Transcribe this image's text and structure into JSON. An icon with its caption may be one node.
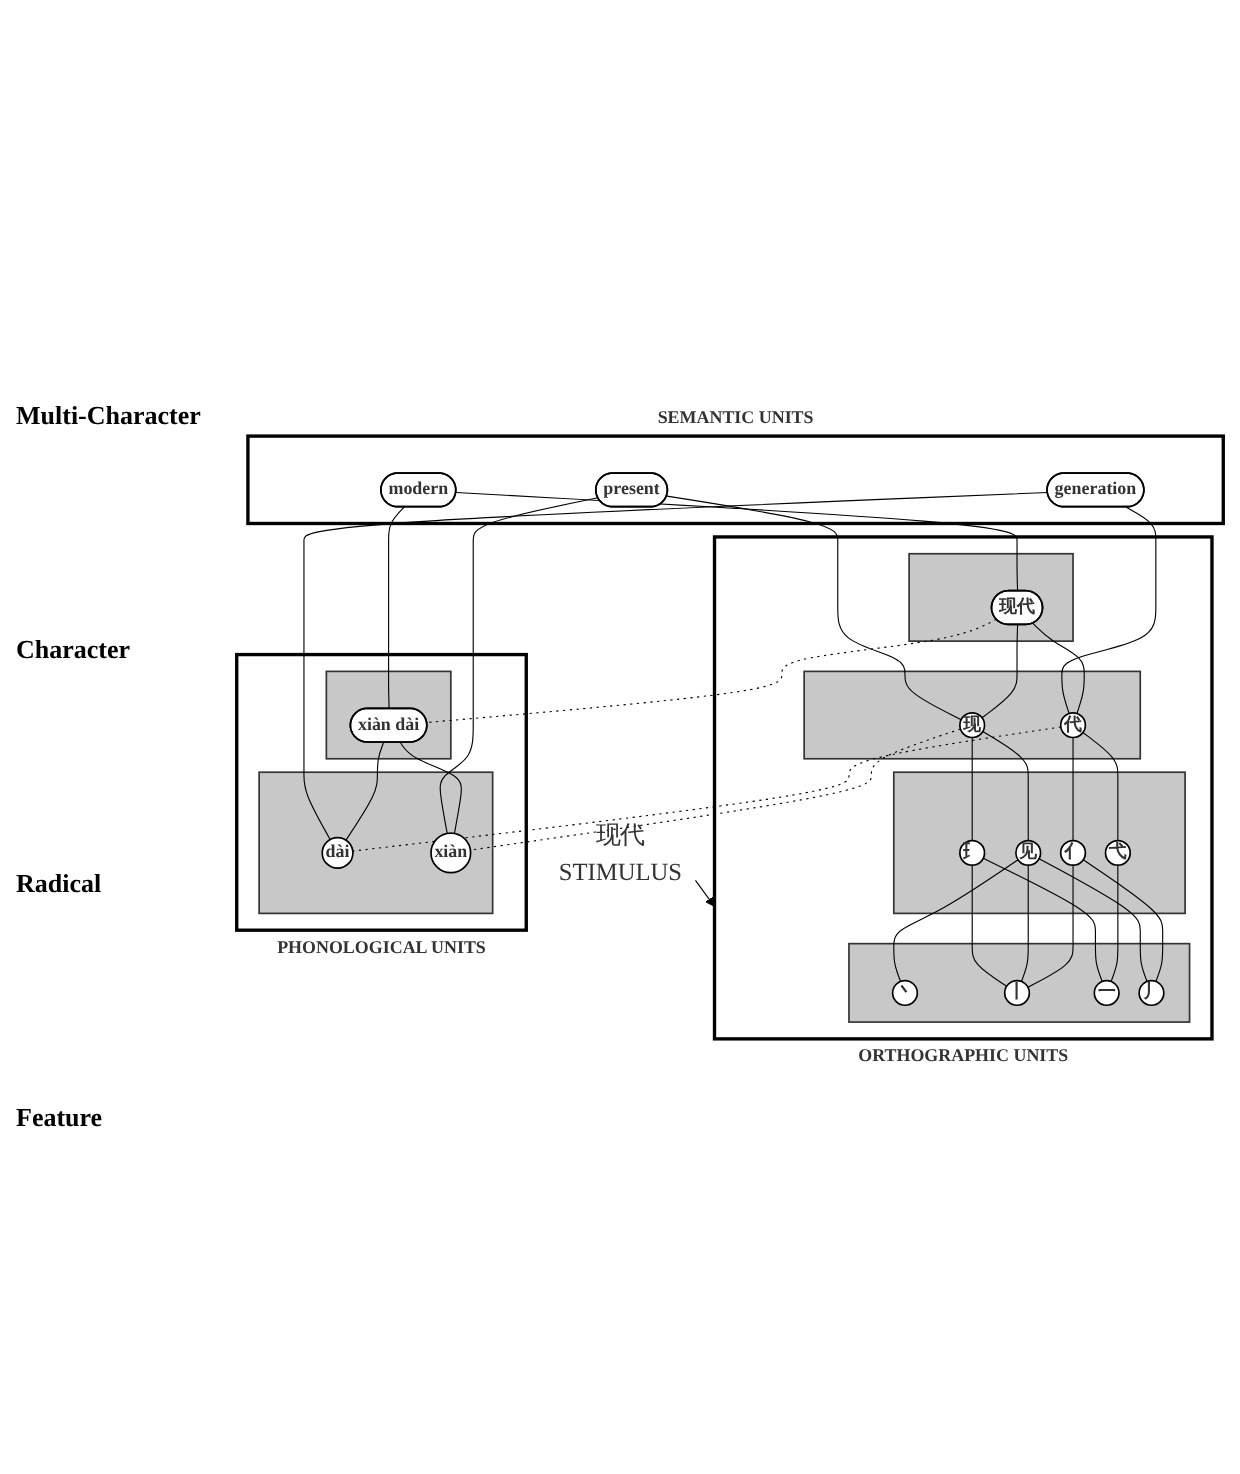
{
  "diagram": {
    "nodes": [
      {
        "text": [
          "SEMANTIC UNITS"
        ]
      },
      {
        "text": [
          "modern"
        ],
        "in": 0
      },
      {
        "text": [
          "present"
        ],
        "in": 0
      },
      {
        "text": [
          "generation"
        ],
        "in": 0
      },
      {
        "text": [
          "ORTHOGRAPHIC UNITS"
        ]
      },
      {
        "text": [],
        "shape": "box",
        "in": 4
      },
      {
        "text": [
          "现代"
        ],
        "in": 5
      },
      {
        "text": [],
        "shape": "box",
        "in": 4
      },
      {
        "text": [
          "现"
        ],
        "in": 7
      },
      {
        "text": [
          "代"
        ],
        "in": 7
      },
      {
        "text": [],
        "shape": "box",
        "in": 4
      },
      {
        "text": [
          "⺩"
        ],
        "in": 10
      },
      {
        "text": [
          "见"
        ],
        "in": 10
      },
      {
        "text": [
          "亻"
        ],
        "in": 10
      },
      {
        "text": [
          "弋"
        ],
        "in": 10
      },
      {
        "text": [],
        "shape": "box",
        "in": 4
      },
      {
        "text": [
          "丶"
        ],
        "in": 15
      },
      {
        "text": [
          "丨"
        ],
        "in": 15
      },
      {
        "text": [
          "一"
        ],
        "in": 15
      },
      {
        "text": [
          "丿"
        ],
        "in": 15
      },
      {
        "text": [
          "PHONOLOGICAL UNITS"
        ]
      },
      {
        "text": [],
        "shape": "box",
        "in": 20
      },
      {
        "text": [
          "xiàn dài"
        ],
        "in": 21
      },
      {
        "text": [],
        "shape": "box",
        "in": 20
      },
      {
        "text": [
          "dài"
        ],
        "in": 23
      },
      {
        "text": [
          "xiàn"
        ],
        "in": 23
      },
      {
        "text": [
          "现代",
          "STIMULUS"
        ]
      }
    ],
    "edges": [
      {
        "from": 2,
        "to": 8,
        "arrow": "none"
      },
      {
        "from": 2,
        "to": 25,
        "arrow": "none"
      },
      {
        "from": 1,
        "to": 6,
        "arrow": "none"
      },
      {
        "from": 1,
        "to": 22,
        "arrow": "none"
      },
      {
        "from": 3,
        "to": 9,
        "arrow": "none"
      },
      {
        "from": 3,
        "to": 24,
        "arrow": "none"
      },
      {
        "from": 6,
        "to": 22,
        "arrow": "none",
        "style": "dashed"
      },
      {
        "from": 6,
        "to": 8,
        "arrow": "none"
      },
      {
        "from": 6,
        "to": 9,
        "arrow": "none"
      },
      {
        "from": 9,
        "to": 24,
        "arrow": "none",
        "style": "dashed"
      },
      {
        "from": 8,
        "to": 25,
        "arrow": "none",
        "style": "dashed"
      },
      {
        "from": 8,
        "to": 11,
        "arrow": "none"
      },
      {
        "from": 8,
        "to": 12,
        "arrow": "none"
      },
      {
        "from": 9,
        "to": 13,
        "arrow": "none"
      },
      {
        "from": 9,
        "to": 14,
        "arrow": "none"
      },
      {
        "from": 11,
        "to": 18,
        "arrow": "none"
      },
      {
        "from": 11,
        "to": 17,
        "arrow": "none"
      },
      {
        "from": 12,
        "to": 16,
        "arrow": "none"
      },
      {
        "from": 12,
        "to": 19,
        "arrow": "none"
      },
      {
        "from": 12,
        "to": 17,
        "arrow": "none"
      },
      {
        "from": 13,
        "to": 17,
        "arrow": "none"
      },
      {
        "from": 13,
        "to": 19,
        "arrow": "none"
      },
      {
        "from": 14,
        "to": 18,
        "arrow": "none"
      },
      {
        "from": 22,
        "to": 25,
        "arrow": "none"
      },
      {
        "from": 22,
        "to": 24,
        "arrow": "none"
      },
      {
        "from": 26,
        "to": 4,
        "arrow": "to"
      }
    ],
    "labels": [
      "Multi-Character",
      "Character",
      "Radical",
      "Feature"
    ]
  }
}
